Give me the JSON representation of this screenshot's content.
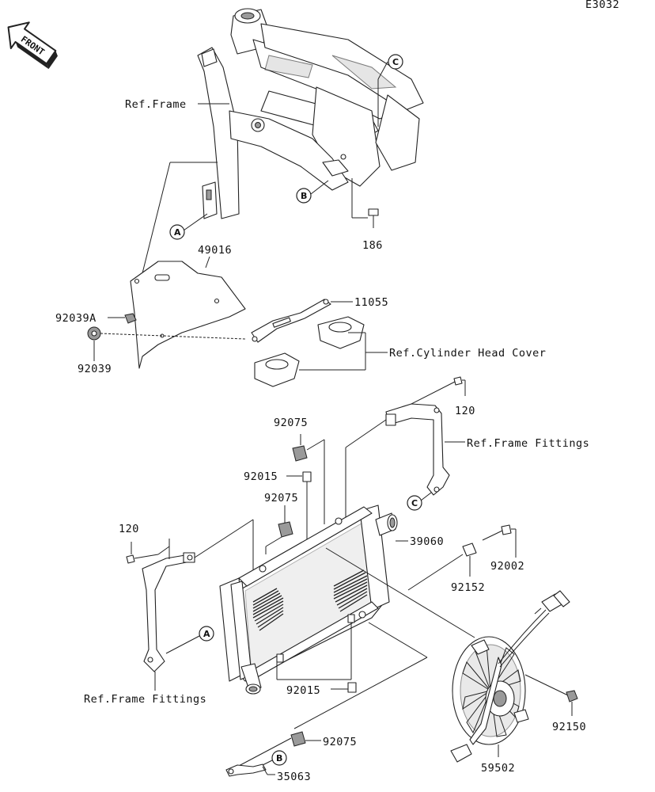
{
  "diagram_code": "E3032",
  "front_badge": "FRONT",
  "reference_labels": {
    "frame": "Ref.Frame",
    "cylinder_head_cover": "Ref.Cylinder Head Cover",
    "frame_fittings_right": "Ref.Frame Fittings",
    "frame_fittings_left": "Ref.Frame Fittings"
  },
  "part_numbers": {
    "p49016": "49016",
    "p92039A": "92039A",
    "p92039": "92039",
    "p11055": "11055",
    "p186": "186",
    "p120_right": "120",
    "p120_left": "120",
    "p92075_top": "92075",
    "p92075_mid": "92075",
    "p92075_bottom": "92075",
    "p92015_top": "92015",
    "p92015_bottom": "92015",
    "p39060": "39060",
    "p92002": "92002",
    "p92152": "92152",
    "p92150": "92150",
    "p59502": "59502",
    "p35063": "35063"
  },
  "callouts": {
    "a_top": "A",
    "a_left": "A",
    "b_top": "B",
    "b_bottom": "B",
    "c_top": "C",
    "c_right": "C"
  }
}
